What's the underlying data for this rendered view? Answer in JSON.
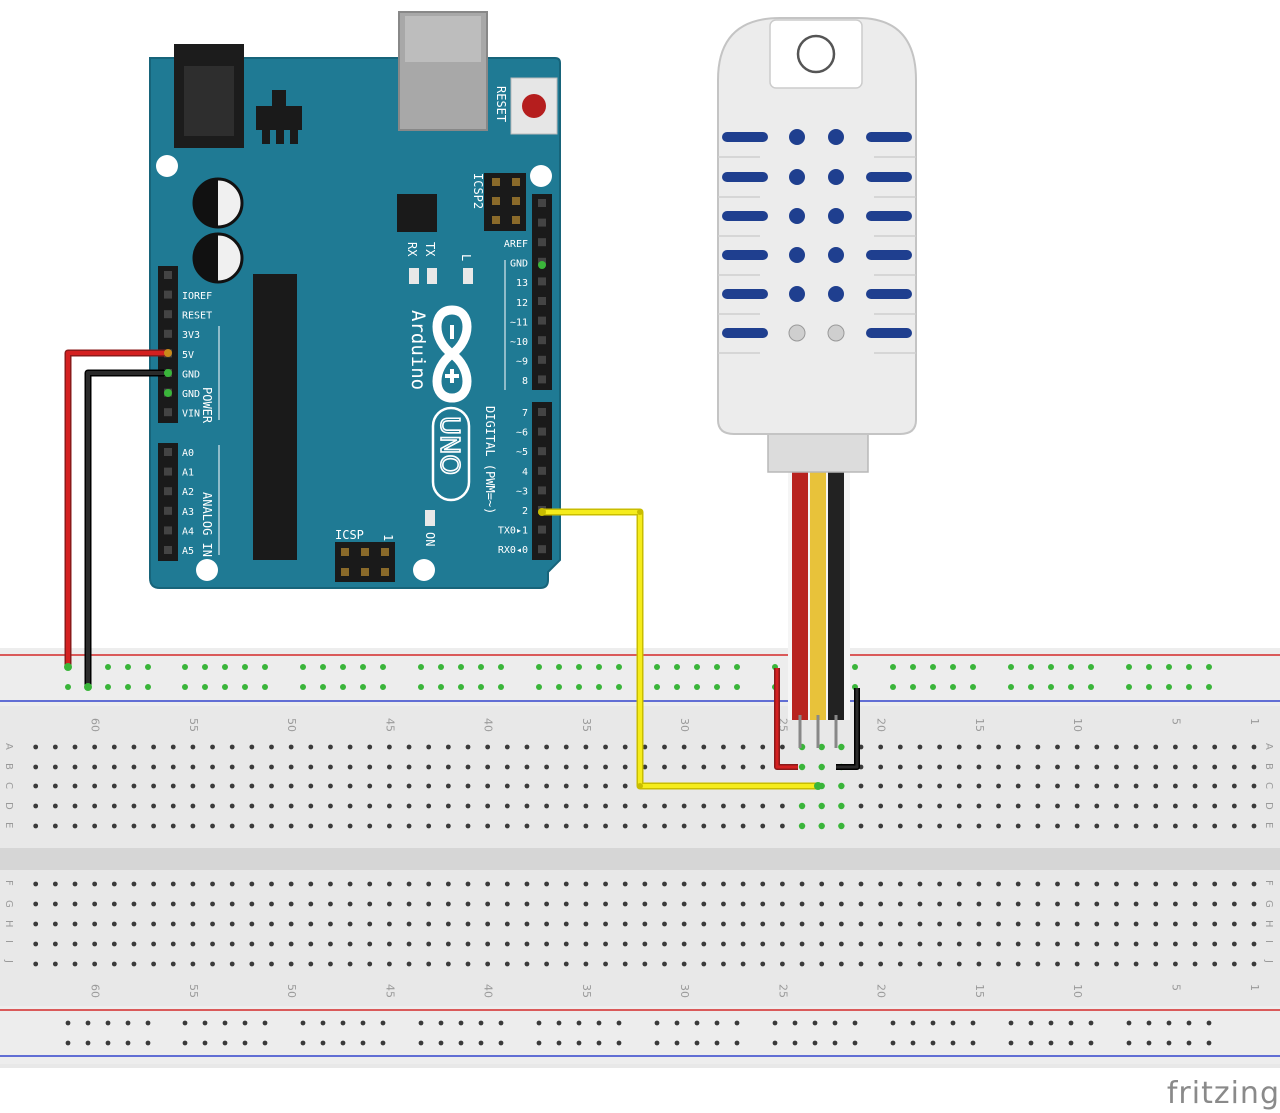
{
  "arduino": {
    "brand": "Arduino",
    "model": "UNO",
    "reset_label": "RESET",
    "icsp_label": "ICSP",
    "icsp2_label": "ICSP2",
    "tx_label": "TX",
    "rx_label": "RX",
    "l_label": "L",
    "on_label": "ON",
    "power_section_label": "POWER",
    "analog_section_label": "ANALOG IN",
    "digital_section_label": "DIGITAL (PWM=~)",
    "power_pins": [
      "IOREF",
      "RESET",
      "3V3",
      "5V",
      "GND",
      "GND",
      "VIN"
    ],
    "analog_pins": [
      "A0",
      "A1",
      "A2",
      "A3",
      "A4",
      "A5"
    ],
    "digital_pins_upper": [
      "AREF",
      "GND",
      "13",
      "12",
      "~11",
      "~10",
      "~9",
      "8"
    ],
    "digital_pins_lower": [
      "7",
      "~6",
      "~5",
      "4",
      "~3",
      "2",
      "TX0▸1",
      "RX0◂0"
    ]
  },
  "breadboard": {
    "row_letters_top": [
      "A",
      "B",
      "C",
      "D",
      "E"
    ],
    "row_letters_bottom": [
      "F",
      "G",
      "H",
      "I",
      "J"
    ],
    "column_numbers": [
      "60",
      "55",
      "50",
      "45",
      "40",
      "35",
      "30",
      "25",
      "20",
      "15",
      "10",
      "5",
      "1"
    ]
  },
  "wires": [
    {
      "from": "5V",
      "to": "power rail +",
      "color": "#cc1f1f"
    },
    {
      "from": "GND",
      "to": "power rail -",
      "color": "#1a1a1a"
    },
    {
      "from": "2",
      "to": "sensor data",
      "color": "#f2e600"
    }
  ],
  "sensor": {
    "type": "temperature-humidity",
    "lead_colors": [
      "#b8231f",
      "#e8c23a",
      "#222222"
    ]
  },
  "colors": {
    "board": "#1f7a94",
    "rail_red": "#d42a2a",
    "rail_blue": "#3344cc",
    "active_hole": "#3ab53a"
  },
  "footer": {
    "brand": "fritzing"
  }
}
